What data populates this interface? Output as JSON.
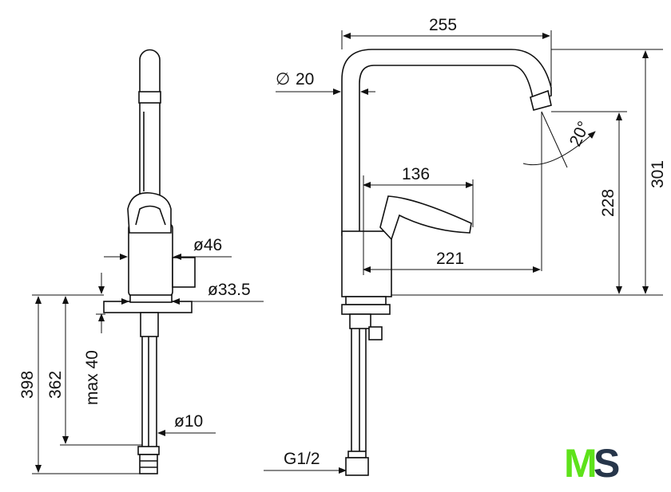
{
  "dimensions": {
    "width_255": "255",
    "dia_20": "20",
    "dia_symbol": "∅",
    "angle_20": "20°",
    "reach_136": "136",
    "height_228": "228",
    "height_301": "301",
    "reach_221": "221",
    "dia_46": "ø46",
    "dia_33_5": "ø33.5",
    "dia_10": "ø10",
    "height_398": "398",
    "height_362": "362",
    "max_40": "max 40",
    "thread": "G1/2"
  },
  "logo": {
    "text_m": "M",
    "text_s": "S",
    "colors": {
      "m": "#5ee21a",
      "s": "#27364a"
    }
  }
}
